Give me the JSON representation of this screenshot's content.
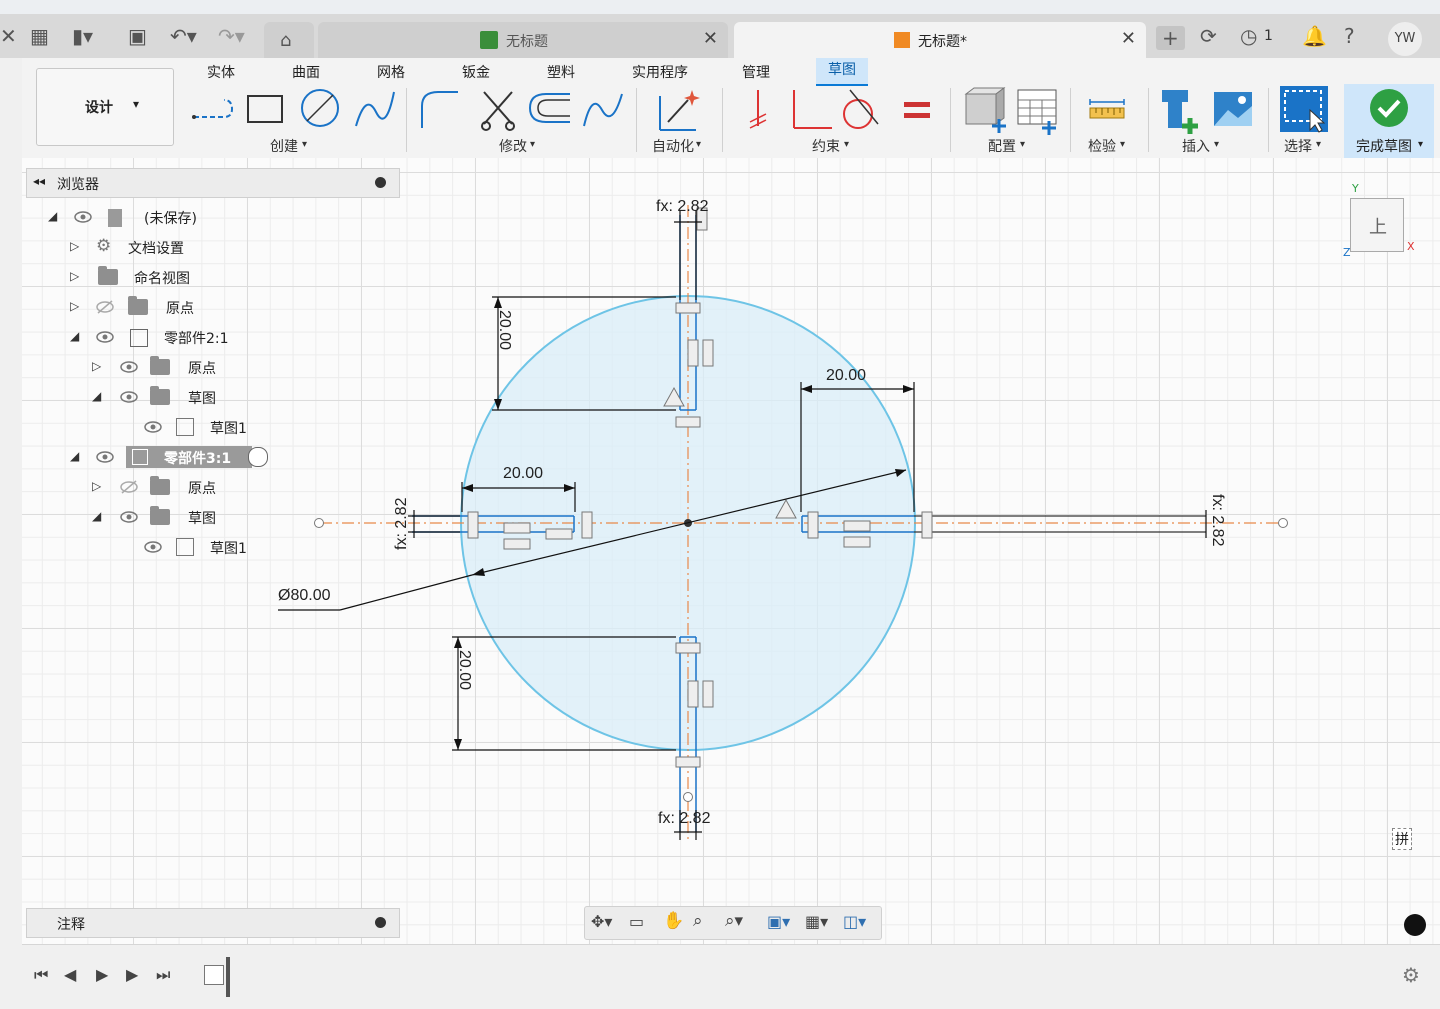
{
  "tabs": [
    {
      "label": "无标题",
      "active": false
    },
    {
      "label": "无标题*",
      "active": true
    }
  ],
  "header": {
    "notification_count": "1",
    "user_initials": "YW"
  },
  "workspace": {
    "label": "设计"
  },
  "ribbon": {
    "tabs": [
      "实体",
      "曲面",
      "网格",
      "钣金",
      "塑料",
      "实用程序",
      "管理",
      "草图"
    ],
    "active_tab": "草图",
    "groups": {
      "create": "创建",
      "modify": "修改",
      "automate": "自动化",
      "constraints": "约束",
      "configure": "配置",
      "inspect": "检验",
      "insert": "插入",
      "select": "选择",
      "finish": "完成草图"
    }
  },
  "browser": {
    "title": "浏览器",
    "items": [
      {
        "label": "(未保存)"
      },
      {
        "label": "文档设置"
      },
      {
        "label": "命名视图"
      },
      {
        "label": "原点"
      },
      {
        "label": "零部件2:1"
      },
      {
        "label": "原点"
      },
      {
        "label": "草图"
      },
      {
        "label": "草图1"
      },
      {
        "label": "零部件3:1"
      },
      {
        "label": "原点"
      },
      {
        "label": "草图"
      },
      {
        "label": "草图1"
      }
    ]
  },
  "notes": {
    "label": "注释"
  },
  "viewcube": {
    "face": "上",
    "axis_x": "X",
    "axis_y": "Y",
    "axis_z": "Z"
  },
  "sketch": {
    "dimensions": {
      "top_fx": "fx: 2.82",
      "bottom_fx": "fx: 2.82",
      "left_fx": "fx: 2.82",
      "right_fx": "fx: 2.82",
      "top_length": "20.00",
      "right_length": "20.00",
      "left_length": "20.00",
      "bottom_length": "20.00",
      "diameter": "Ø80.00"
    },
    "colors": {
      "circle_stroke": "#6ec4e6",
      "circle_fill": "#d9eef8",
      "centerline": "#e8894a",
      "dimension": "#111111"
    }
  },
  "misc": {
    "status_glyph": "拼"
  }
}
